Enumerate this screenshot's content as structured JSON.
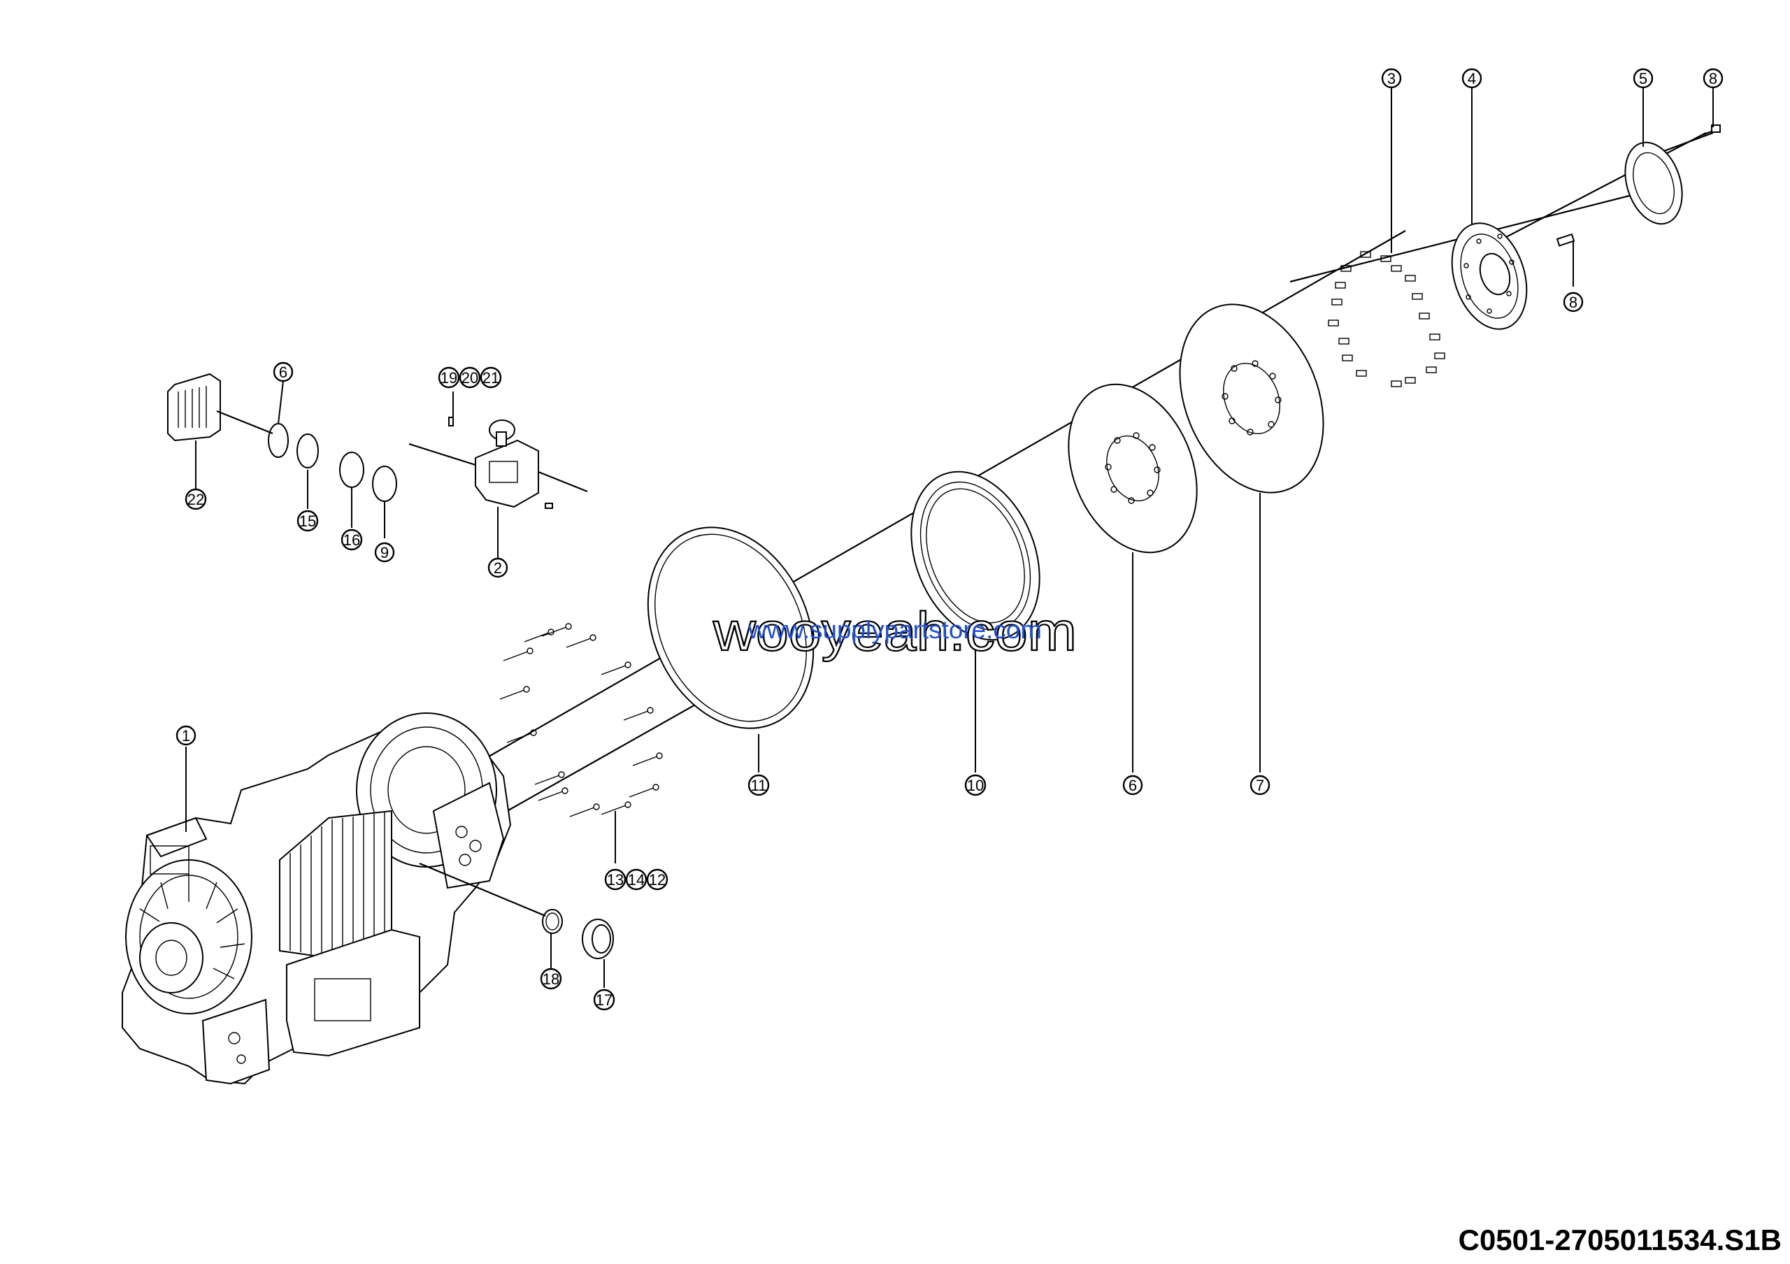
{
  "drawing_code": "C0501-2705011534.S1B",
  "watermarks": {
    "large": "wooyeah.com",
    "small": "www.supplypartstore.com",
    "small_color": "#1f4fd1"
  },
  "callouts": [
    {
      "id": "c-3",
      "label": "3"
    },
    {
      "id": "c-4",
      "label": "4"
    },
    {
      "id": "c-5",
      "label": "5"
    },
    {
      "id": "c-8a",
      "label": "8"
    },
    {
      "id": "c-8b",
      "label": "8"
    },
    {
      "id": "c-6a",
      "label": "6"
    },
    {
      "id": "c-19",
      "label": "19"
    },
    {
      "id": "c-20",
      "label": "20"
    },
    {
      "id": "c-21",
      "label": "21"
    },
    {
      "id": "c-22",
      "label": "22"
    },
    {
      "id": "c-15",
      "label": "15"
    },
    {
      "id": "c-16",
      "label": "16"
    },
    {
      "id": "c-9",
      "label": "9"
    },
    {
      "id": "c-2",
      "label": "2"
    },
    {
      "id": "c-1",
      "label": "1"
    },
    {
      "id": "c-11",
      "label": "11"
    },
    {
      "id": "c-10",
      "label": "10"
    },
    {
      "id": "c-6b",
      "label": "6"
    },
    {
      "id": "c-7",
      "label": "7"
    },
    {
      "id": "c-13",
      "label": "13"
    },
    {
      "id": "c-14",
      "label": "14"
    },
    {
      "id": "c-12",
      "label": "12"
    },
    {
      "id": "c-18",
      "label": "18"
    },
    {
      "id": "c-17",
      "label": "17"
    }
  ]
}
